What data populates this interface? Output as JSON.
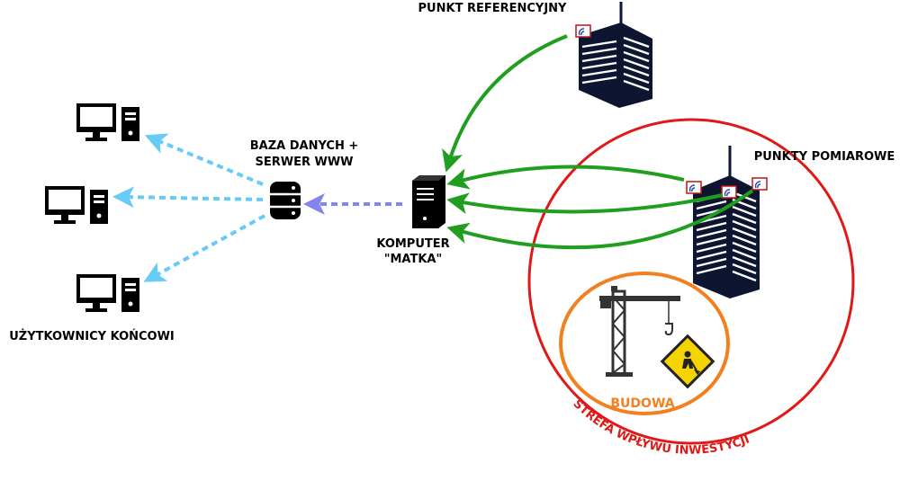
{
  "labels": {
    "reference_point": "PUNKT REFERENCYJNY",
    "measurement_points": "PUNKTY POMIAROWE",
    "database_line1": "BAZA DANYCH +",
    "database_line2": "SERWER WWW",
    "mother_line1": "KOMPUTER",
    "mother_line2": "\"MATKA\"",
    "end_users": "UŻYTKOWNICY KOŃCOWI",
    "construction": "BUDOWA",
    "impact_zone": "STREFA WPŁYWU INWESTYCJI"
  },
  "colors": {
    "green_arrow": "#1f9e1f",
    "light_blue_arrow": "#66ccf5",
    "purple_arrow": "#8484ee",
    "impact_zone": "#e01818",
    "construction": "#f08020",
    "building": "#0e1530",
    "warning_sign": "#f5d400",
    "black": "#000000"
  },
  "icons": {
    "user_computer": "desktop-computer-icon",
    "database": "database-server-icon",
    "mother_computer": "tower-pc-icon",
    "building": "office-building-icon",
    "antenna": "antenna-icon",
    "crane": "crane-icon",
    "warning": "construction-warning-sign-icon"
  }
}
